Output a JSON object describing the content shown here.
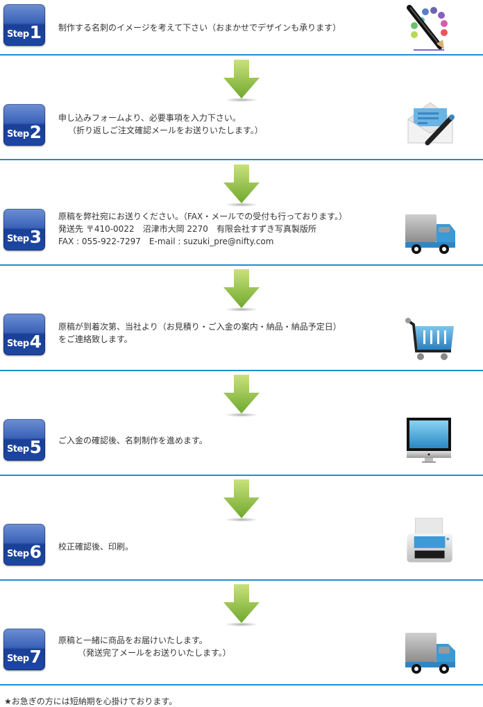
{
  "steps": [
    {
      "word": "Step",
      "number": "1",
      "lines": [
        "制作する名刺のイメージを考えて下さい（おまかせでデザインも承ります）"
      ],
      "icon": "pencil-palette-icon"
    },
    {
      "word": "Step",
      "number": "2",
      "lines": [
        "申し込みフォームより、必要事項を入力下さい。",
        "（折り返しご注文確認メールをお送りいたします。）"
      ],
      "icon": "envelope-pencil-icon"
    },
    {
      "word": "Step",
      "number": "3",
      "lines": [
        "原稿を弊社宛にお送りください。（FAX・メールでの受付も行っております。）",
        "発送先 〒410-0022　沼津市大岡 2270　有限会社すずき写真製版所",
        "FAX : 055-922-7297　E-mail : suzuki_pre@nifty.com"
      ],
      "icon": "delivery-truck-icon"
    },
    {
      "word": "Step",
      "number": "4",
      "lines": [
        "原稿が到着次第、当社より（お見積り・ご入金の案内・納品・納品予定日）",
        "をご連絡致します。"
      ],
      "icon": "shopping-cart-icon"
    },
    {
      "word": "Step",
      "number": "5",
      "lines": [
        "ご入金の確認後、名刺制作を進めます。"
      ],
      "icon": "monitor-icon"
    },
    {
      "word": "Step",
      "number": "6",
      "lines": [
        "校正確認後、印刷。"
      ],
      "icon": "printer-icon"
    },
    {
      "word": "Step",
      "number": "7",
      "lines": [
        "原稿と一緒に商品をお届けいたします。",
        "（発送完了メールをお送りいたします。）"
      ],
      "icon": "delivery-truck-icon"
    }
  ],
  "footer_note": "★お急ぎの方には短納期を心掛けております。",
  "colors": {
    "badge_blue": "#1c47a3",
    "separator_blue": "#1a8fd1",
    "arrow_green": "#8cc63f"
  }
}
